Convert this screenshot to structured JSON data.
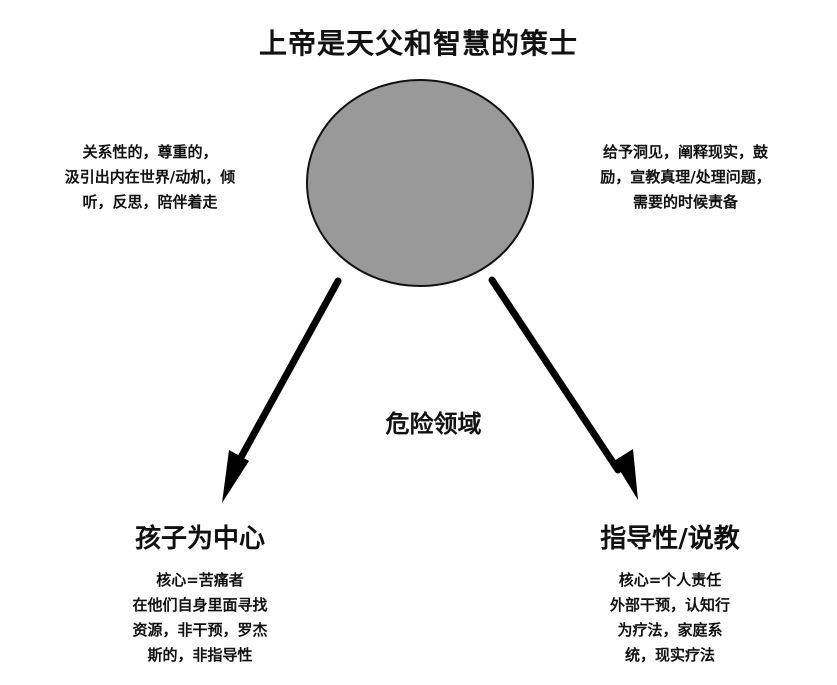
{
  "title": "上帝是天父和智慧的策士",
  "left_note": {
    "lines": [
      "关系性的，尊重的，",
      "汲引出内在世界/动机，倾",
      "听，反思，陪伴着走"
    ]
  },
  "right_note": {
    "lines": [
      "给予洞见，阐释现实，鼓",
      "励，宣教真理/处理问题，",
      "需要的时候责备"
    ]
  },
  "center_label": "危险领域",
  "left_branch": {
    "heading": "孩子为中心",
    "lines": [
      "核心=苦痛者",
      "在他们自身里面寻找",
      "资源，非干预，罗杰",
      "斯的，非指导性"
    ]
  },
  "right_branch": {
    "heading": "指导性/说教",
    "lines": [
      "核心=个人责任",
      "外部干预，认知行",
      "为疗法，家庭系",
      "统，现实疗法"
    ]
  },
  "colors": {
    "circle_fill": "#999999",
    "circle_stroke": "#111111",
    "arrow": "#000000"
  }
}
